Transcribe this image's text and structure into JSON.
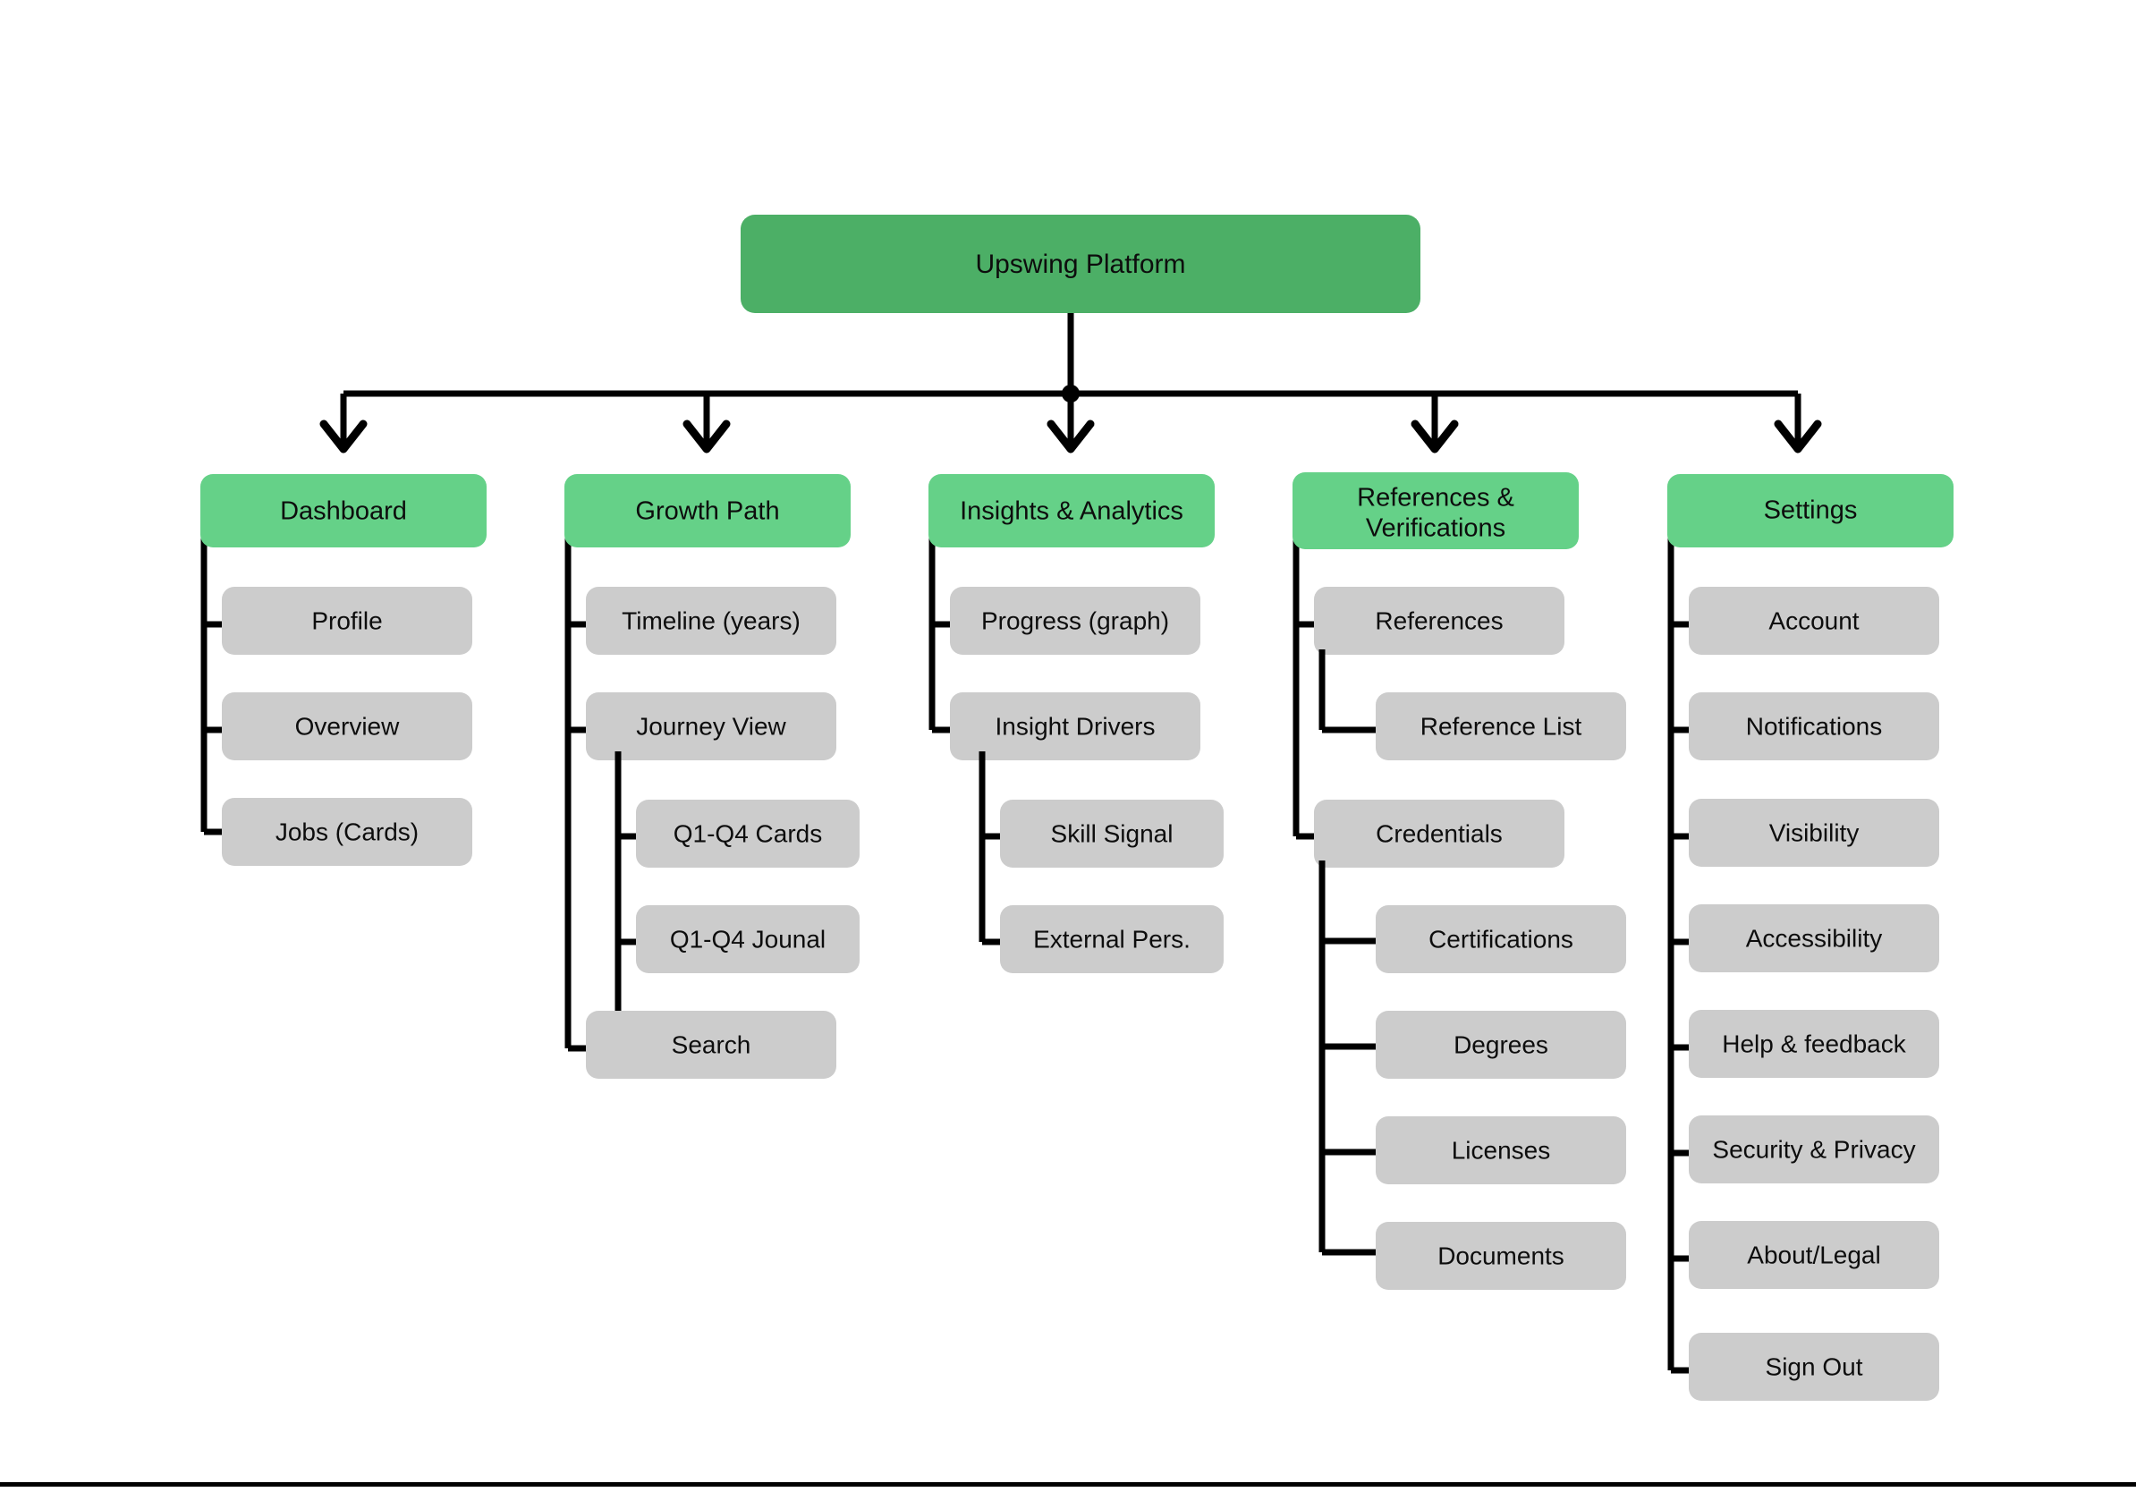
{
  "diagram": {
    "title": "Upswing Platform",
    "type": "sitemap-tree",
    "colors": {
      "root": "#4CAF66",
      "section": "#65D188",
      "leaf": "#CCCCCC",
      "line": "#000000",
      "text": "#0D0D0D",
      "background": "#FFFFFF"
    },
    "root": {
      "label": "Upswing Platform"
    },
    "branches": [
      {
        "label": "Dashboard",
        "children": [
          {
            "label": "Profile",
            "children": []
          },
          {
            "label": "Overview",
            "children": []
          },
          {
            "label": "Jobs (Cards)",
            "children": []
          }
        ]
      },
      {
        "label": "Growth Path",
        "children": [
          {
            "label": "Timeline (years)",
            "children": []
          },
          {
            "label": "Journey View",
            "children": [
              {
                "label": "Q1-Q4 Cards"
              },
              {
                "label": "Q1-Q4 Jounal"
              }
            ]
          },
          {
            "label": "Search",
            "children": []
          }
        ]
      },
      {
        "label": "Insights & Analytics",
        "children": [
          {
            "label": "Progress (graph)",
            "children": []
          },
          {
            "label": "Insight Drivers",
            "children": [
              {
                "label": "Skill Signal"
              },
              {
                "label": "External Pers."
              }
            ]
          }
        ]
      },
      {
        "label": "References & Verifications",
        "label_line1": "References &",
        "label_line2": "Verifications",
        "children": [
          {
            "label": "References",
            "children": [
              {
                "label": "Reference List"
              }
            ]
          },
          {
            "label": "Credentials",
            "children": [
              {
                "label": "Certifications"
              },
              {
                "label": "Degrees"
              },
              {
                "label": "Licenses"
              },
              {
                "label": "Documents"
              }
            ]
          }
        ]
      },
      {
        "label": "Settings",
        "children": [
          {
            "label": "Account",
            "children": []
          },
          {
            "label": "Notifications",
            "children": []
          },
          {
            "label": "Visibility",
            "children": []
          },
          {
            "label": "Accessibility",
            "children": []
          },
          {
            "label": "Help & feedback",
            "children": []
          },
          {
            "label": "Security & Privacy",
            "children": []
          },
          {
            "label": "About/Legal",
            "children": []
          },
          {
            "label": "Sign Out",
            "children": []
          }
        ]
      }
    ]
  }
}
